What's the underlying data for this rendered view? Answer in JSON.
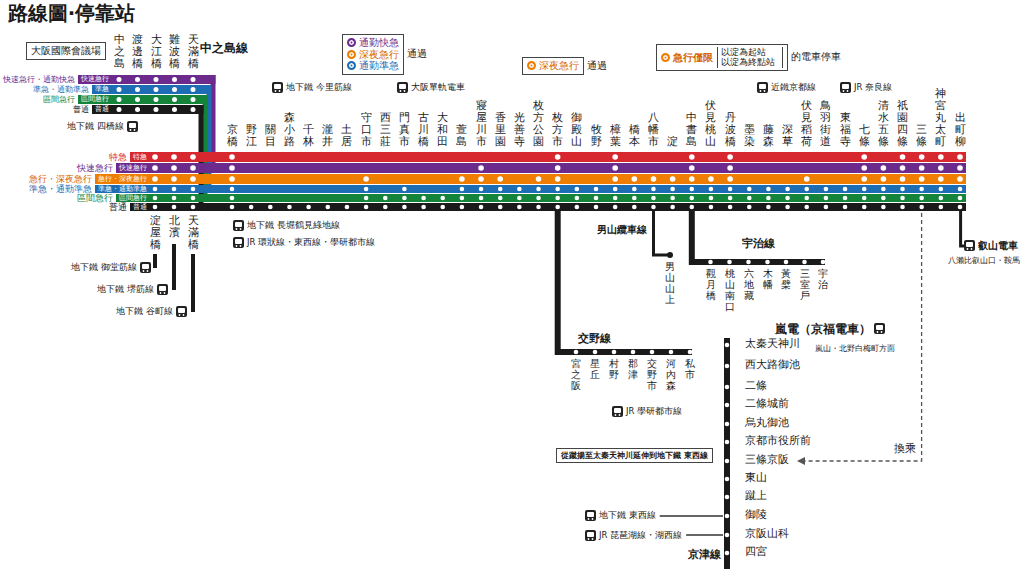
{
  "diagram": {
    "title": "路線圖‧停靠站",
    "nodes": [
      {
        "text": [
          "大阪國際會議場"
        ]
      },
      {
        "text": [
          "通勤快急",
          "深夜急行",
          "通勤準急",
          "通過"
        ]
      },
      {
        "text": [
          "深夜急行",
          "通過"
        ]
      },
      {
        "text": [
          "急行僅限",
          "以淀為起站 以淀為終點站",
          "的電車停車"
        ]
      },
      {
        "text": [
          "從蹴揚至太秦天神川延伸到地下鐵 東西線"
        ]
      },
      {
        "text": [
          "快速急行"
        ]
      },
      {
        "text": [
          "準急"
        ]
      },
      {
        "text": [
          "區間急行"
        ]
      },
      {
        "text": [
          "普通"
        ]
      },
      {
        "text": [
          "特急"
        ]
      },
      {
        "text": [
          "快速急行"
        ]
      },
      {
        "text": [
          "急行・深夜急行"
        ]
      },
      {
        "text": [
          "準急・通勤準急"
        ]
      },
      {
        "text": [
          "區間急行"
        ]
      },
      {
        "text": [
          "普通"
        ]
      }
    ],
    "labels": [
      "中之島",
      "渡邊橋",
      "大江橋",
      "難波橋",
      "天滿橋",
      "中之島線",
      "快速急行・通勤快急",
      "準急・通勤準急",
      "區間急行",
      "普通",
      "特急",
      "快速急行",
      "急行・深夜急行",
      "準急・通勤準急",
      "區間急行",
      "普通",
      "京橋",
      "野江",
      "關目",
      "森小路",
      "千林",
      "瀧井",
      "土居",
      "守口市",
      "西三莊",
      "門真市",
      "古川橋",
      "大和田",
      "萱島",
      "寢屋川市",
      "香里園",
      "光善寺",
      "枚方公園",
      "枚方市",
      "御殿山",
      "牧野",
      "樟葉",
      "橋本",
      "八幡市",
      "淀",
      "中書島",
      "伏見桃山",
      "丹波橋",
      "墨染",
      "藤森",
      "深草",
      "伏見稻荷",
      "鳥羽街道",
      "東福寺",
      "七條",
      "清水五條",
      "祇園四條",
      "三條",
      "神宮丸太町",
      "出町柳",
      "淀屋橋",
      "北濱",
      "天滿橋",
      "男山纜車線",
      "男山山上",
      "宇治線",
      "觀月橋",
      "桃山南口",
      "六地藏",
      "木幡",
      "黃檗",
      "三室戶",
      "宇治",
      "交野線",
      "宮之阪",
      "星丘",
      "村野",
      "郡津",
      "交野市",
      "河內森",
      "私市",
      "嵐電（京福電車）",
      "嵐山・北野白梅町方面",
      "太秦天神川",
      "西大路御池",
      "二條",
      "二條城前",
      "烏丸御池",
      "京都市役所前",
      "三條京阪",
      "東山",
      "蹴上",
      "御陵",
      "京阪山科",
      "四宮",
      "京津線",
      "換乘",
      "地下鐵 四橋線",
      "地下鐵 今里筋線",
      "大阪單軌電車",
      "近鐵京都線",
      "JR 奈良線",
      "地下鐵 長堀鶴見綠地線",
      "JR 環狀線・東西線・學研都市線",
      "地下鐵 御堂筋線",
      "地下鐵 堺筋線",
      "地下鐵 谷町線",
      "叡山電車",
      "八瀨比叡山口・鞍馬",
      "JR 學研都市線",
      "地下鐵 東西線",
      "JR 琵琶湖線・湖西線"
    ]
  }
}
